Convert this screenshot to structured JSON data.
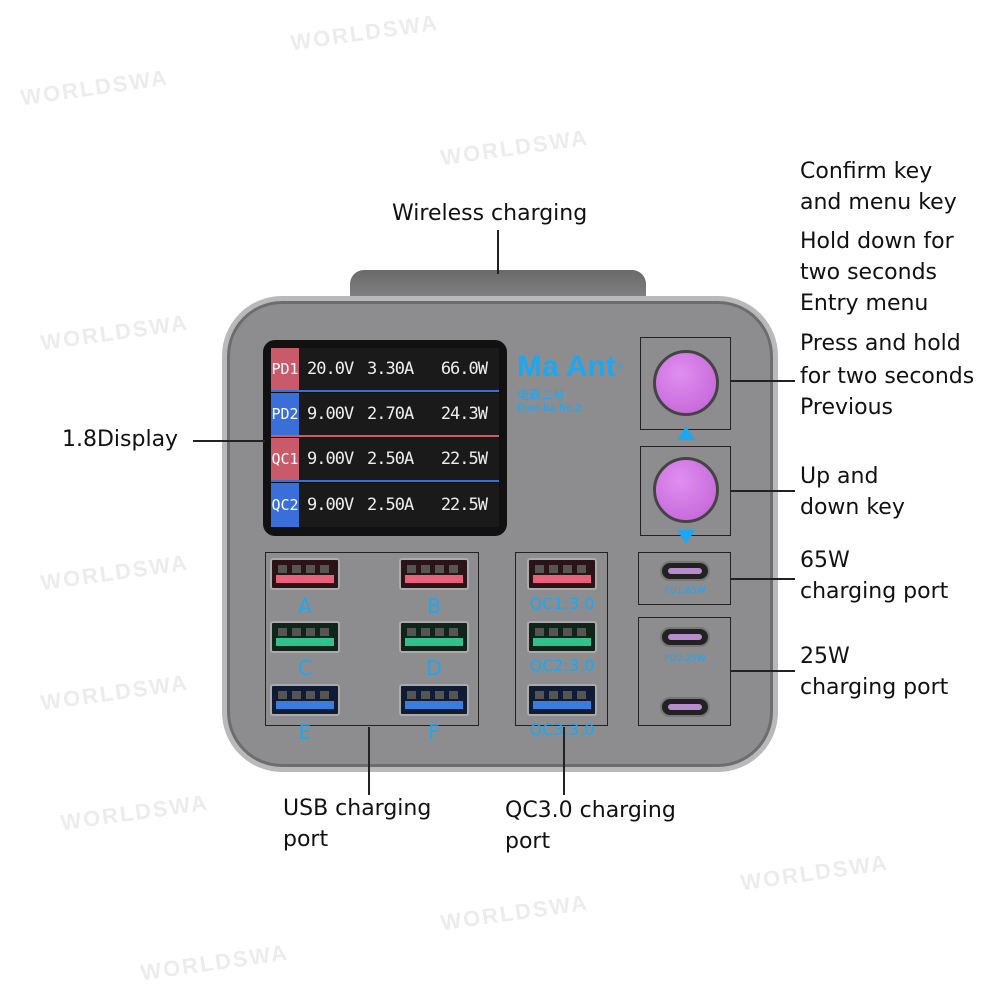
{
  "watermark": "WORLDSWA",
  "labels": {
    "wireless": "Wireless charging",
    "display": "1.8Display",
    "confirm": [
      "Confirm key",
      "and menu key",
      "Hold down for",
      "two seconds",
      "Entry menu"
    ],
    "previous": [
      "Press and hold",
      "for two seconds",
      "Previous"
    ],
    "updown": [
      "Up and",
      "down key"
    ],
    "w65": [
      "65W",
      "charging port"
    ],
    "w25": [
      "25W",
      "charging port"
    ],
    "usb": [
      "USB charging",
      "port"
    ],
    "qc": [
      "QC3.0 charging",
      "port"
    ]
  },
  "screen": {
    "rows": [
      {
        "tag": "PD1",
        "v": "20.0V",
        "a": "3.30A",
        "w": "66.0W"
      },
      {
        "tag": "PD2",
        "v": "9.00V",
        "a": "2.70A",
        "w": "24.3W"
      },
      {
        "tag": "QC1",
        "v": "9.00V",
        "a": "2.50A",
        "w": "22.5W"
      },
      {
        "tag": "QC2",
        "v": "9.00V",
        "a": "2.50A",
        "w": "22.5W"
      }
    ]
  },
  "logo": {
    "brand": "Ma Ant",
    "chinese": "电霸二号",
    "sub": "Dian ba No.2",
    "reg": "®"
  },
  "ports": {
    "usb": [
      "A",
      "B",
      "C",
      "D",
      "E",
      "F"
    ],
    "qc": [
      "QC1:3.0",
      "QC2:3.0",
      "QC3:3.0"
    ],
    "pd1": "PD1:65W",
    "pd2": "PD2:25W"
  },
  "colors": {
    "red": "#e8607a",
    "green": "#2fc28a",
    "blue": "#3a7de0",
    "pink": "#c868d8",
    "accent": "#1fa6f0"
  }
}
